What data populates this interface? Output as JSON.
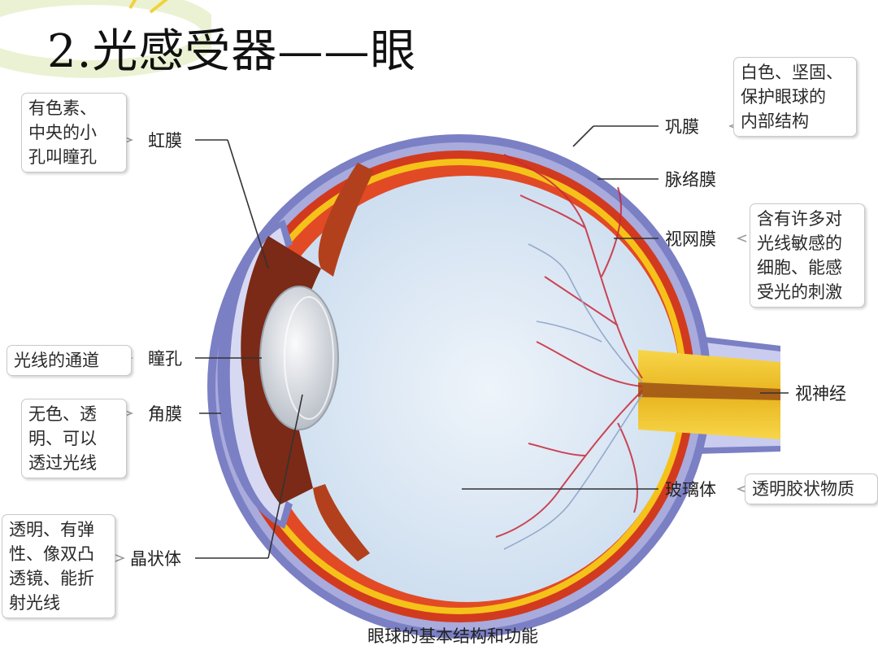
{
  "slide": {
    "title": "2.光感受器——眼"
  },
  "diagram": {
    "caption": "眼球的基本结构和功能",
    "labels": {
      "iris": "虹膜",
      "pupil": "瞳孔",
      "cornea": "角膜",
      "lens": "晶状体",
      "sclera": "巩膜",
      "choroid": "脉络膜",
      "retina": "视网膜",
      "optic_nerve": "视神经",
      "vitreous": "玻璃体"
    },
    "notes": {
      "iris": "有色素、\n中央的小\n孔叫瞳孔",
      "pupil": "光线的通道",
      "cornea": "无色、透\n明、可以\n透过光线",
      "lens": "透明、有弹\n性、像双凸\n透镜、能折\n射光线",
      "sclera": "白色、坚固、\n保护眼球的\n内部结构",
      "retina": "含有许多对\n光线敏感的\n细胞、能感\n受光的刺激",
      "vitreous": "透明胶状物质"
    },
    "colors": {
      "sclera": "#7b7fc4",
      "choroid": "#d23a1f",
      "retina_band": "#f5c21a",
      "vitreous": "#dde9f5",
      "lens": "#d9dde3",
      "optic_nerve": "#f2c431",
      "vessel": "#c8283a"
    }
  }
}
